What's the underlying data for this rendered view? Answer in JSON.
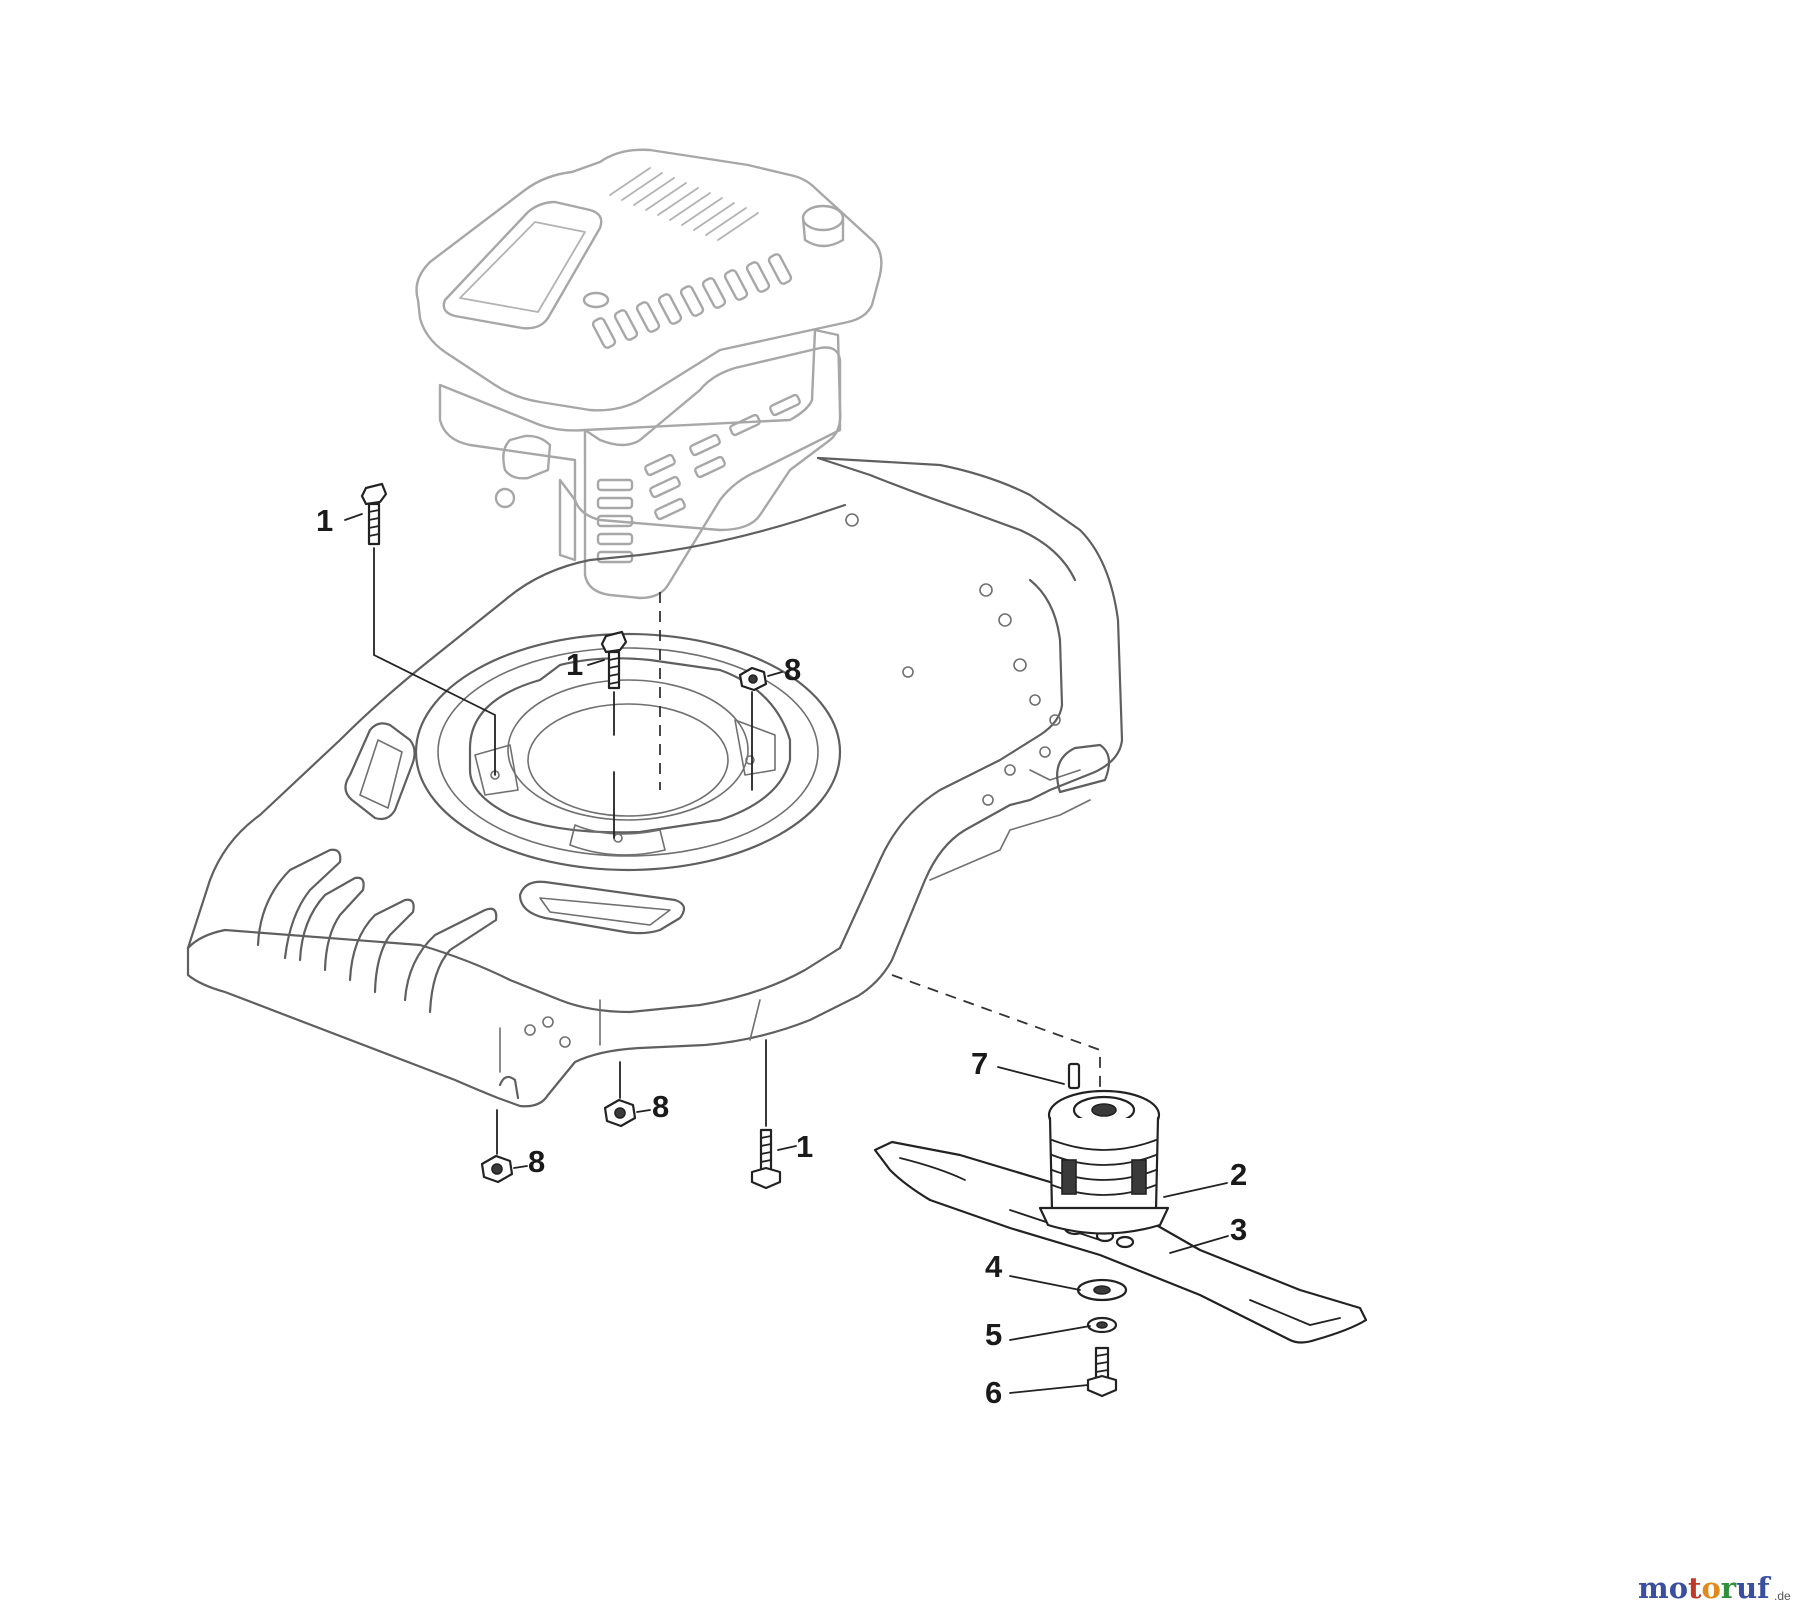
{
  "callouts": [
    {
      "id": "c1a",
      "label": "1"
    },
    {
      "id": "c1b",
      "label": "1"
    },
    {
      "id": "c1c",
      "label": "1"
    },
    {
      "id": "c2",
      "label": "2"
    },
    {
      "id": "c3",
      "label": "3"
    },
    {
      "id": "c4",
      "label": "4"
    },
    {
      "id": "c5",
      "label": "5"
    },
    {
      "id": "c6",
      "label": "6"
    },
    {
      "id": "c7",
      "label": "7"
    },
    {
      "id": "c8a",
      "label": "8"
    },
    {
      "id": "c8b",
      "label": "8"
    },
    {
      "id": "c8c",
      "label": "8"
    }
  ],
  "watermark": {
    "letters": [
      "m",
      "o",
      "t",
      "o",
      "r",
      "u",
      "f"
    ],
    "suffix": ".de",
    "colors": [
      "#3a4fa0",
      "#3a4fa0",
      "#c0392b",
      "#e08a1e",
      "#2f8f3a",
      "#3a4fa0",
      "#3a4fa0"
    ]
  },
  "colors": {
    "engine_line": "#a7a7a7",
    "deck_line": "#5f5f5f",
    "part_line": "#222222"
  }
}
